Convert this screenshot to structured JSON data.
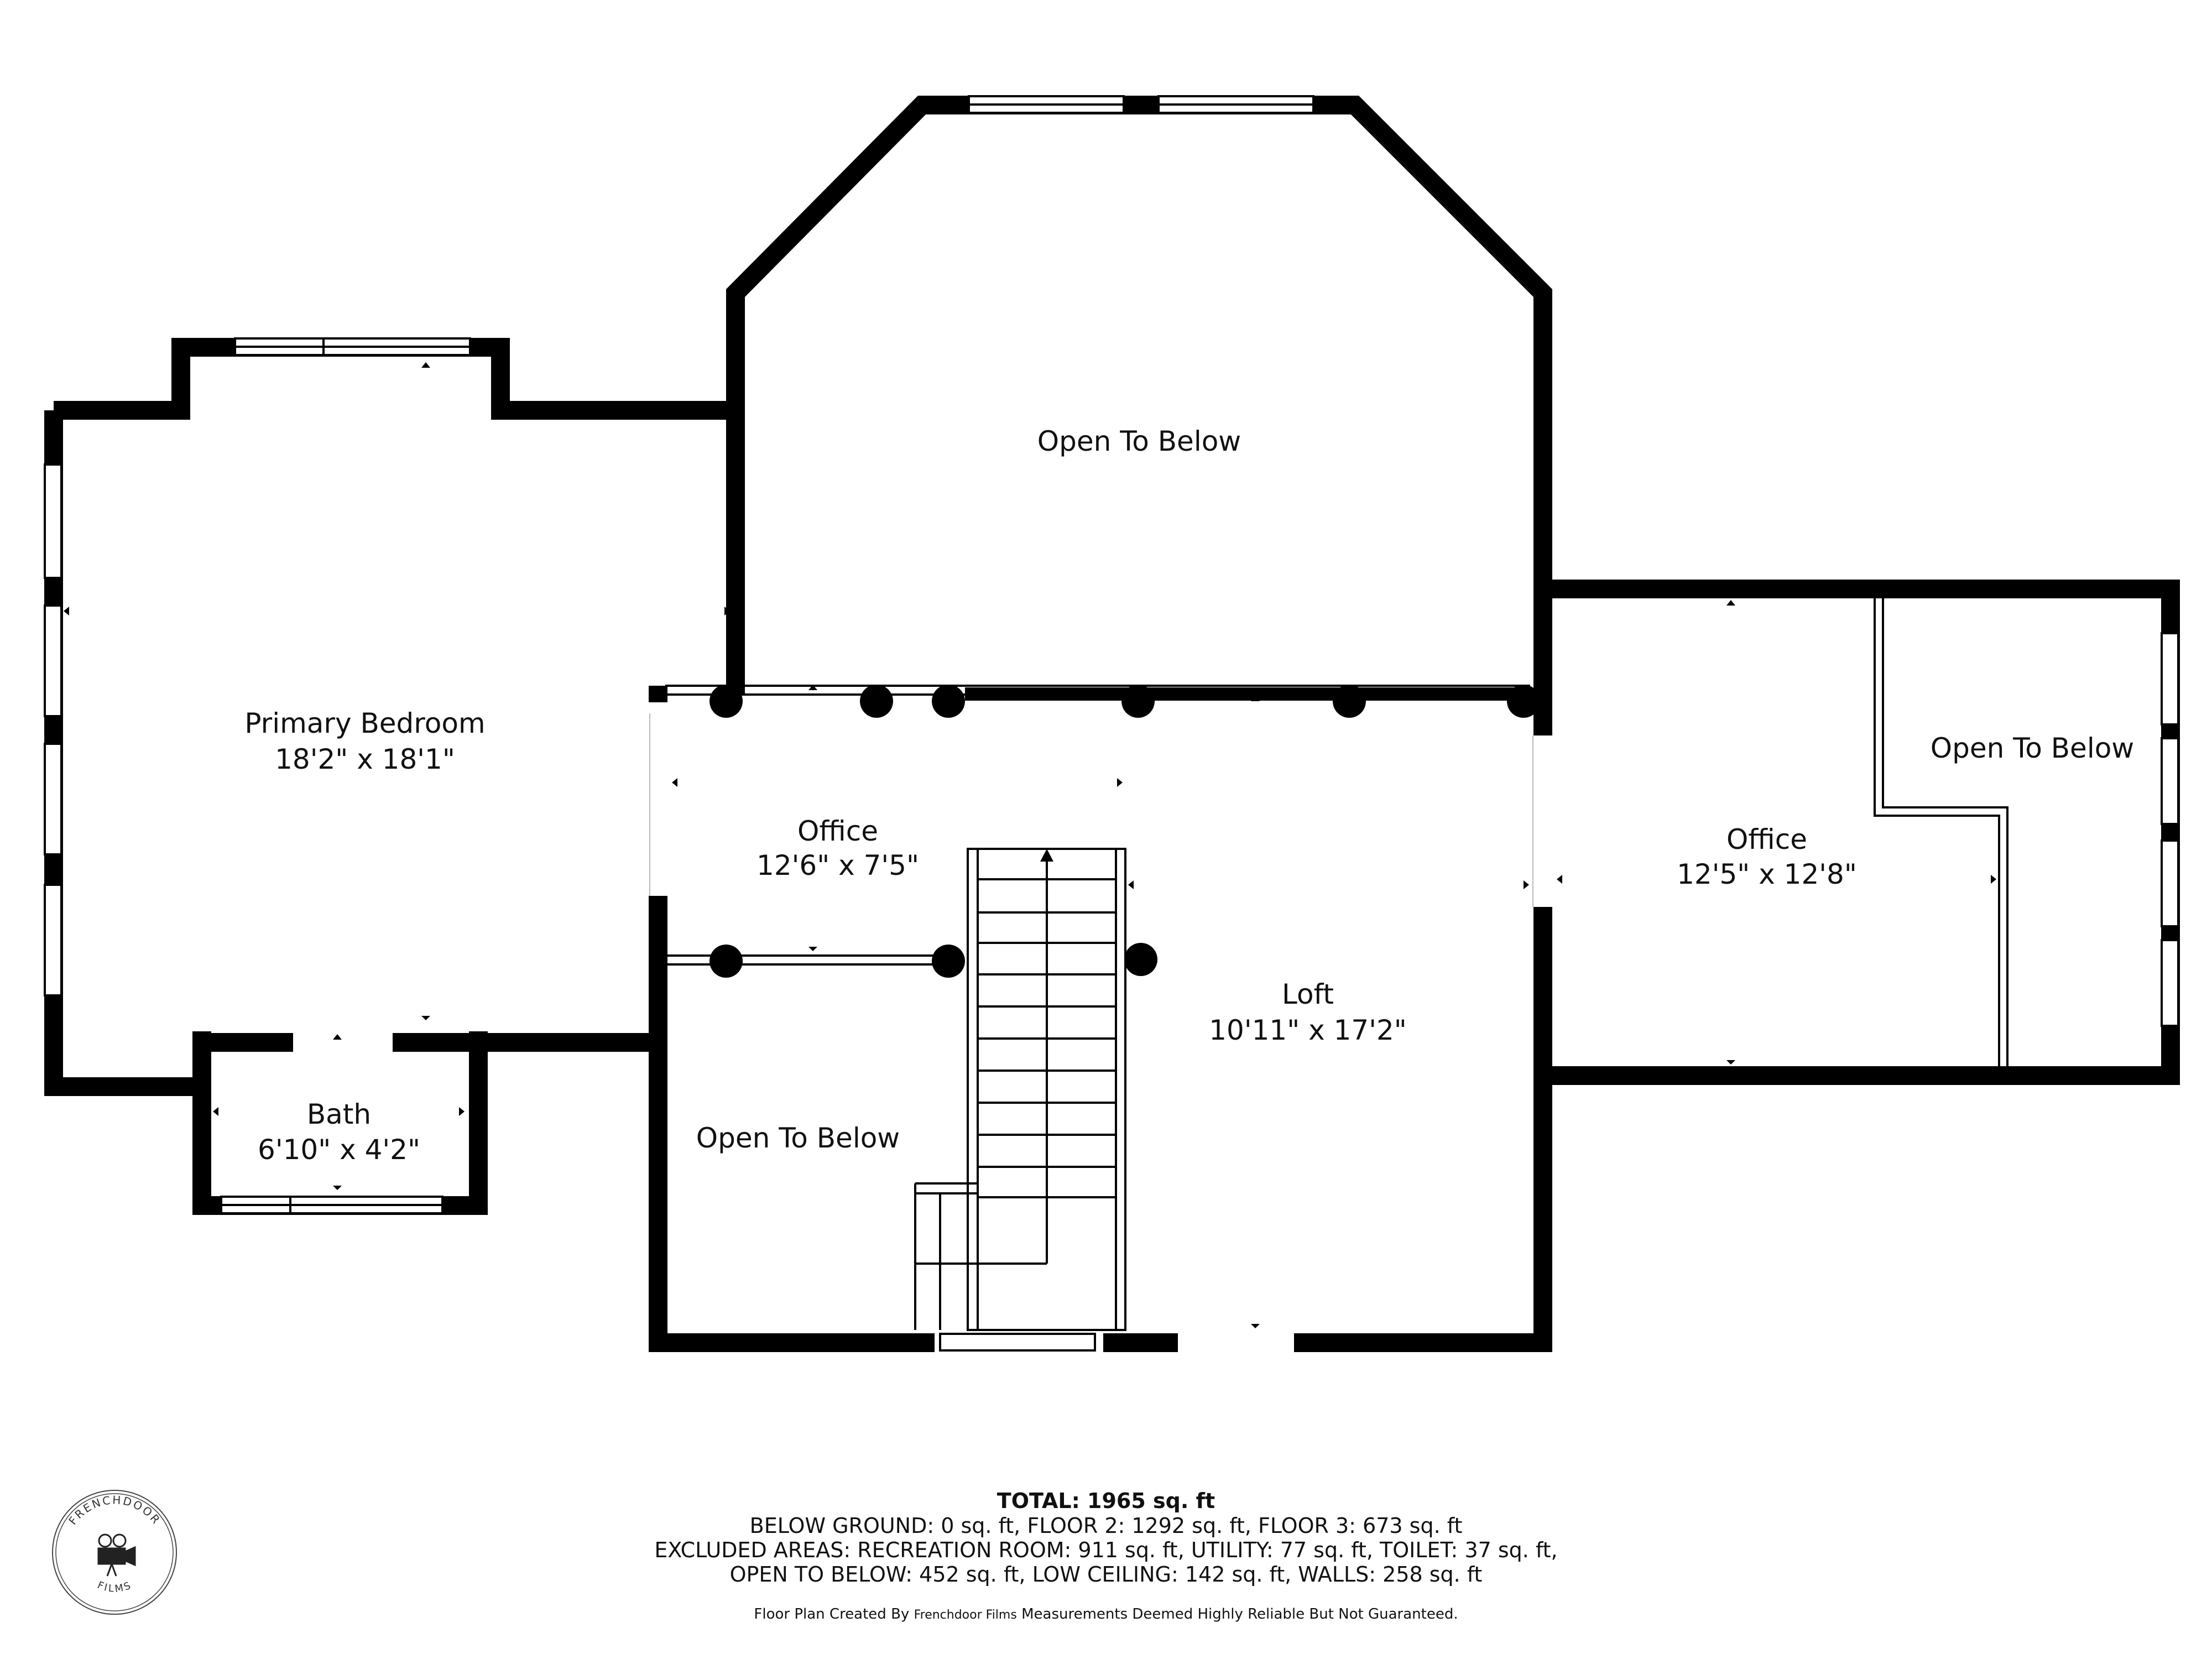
{
  "rooms": {
    "primary_bedroom": {
      "name": "Primary Bedroom",
      "dims": "18'2\" x 18'1\""
    },
    "bath": {
      "name": "Bath",
      "dims": "6'10\" x 4'2\""
    },
    "office_left": {
      "name": "Office",
      "dims": "12'6\" x 7'5\""
    },
    "loft": {
      "name": "Loft",
      "dims": "10'11\" x 17'2\""
    },
    "office_right": {
      "name": "Office",
      "dims": "12'5\" x 12'8\""
    },
    "open_top": {
      "name": "Open To Below"
    },
    "open_right": {
      "name": "Open To Below"
    },
    "open_left": {
      "name": "Open To Below"
    }
  },
  "summary": {
    "total_label": "TOTAL: 1965 sq. ft",
    "line1": "BELOW GROUND: 0 sq. ft, FLOOR 2: 1292 sq. ft, FLOOR 3: 673 sq. ft",
    "line2": "EXCLUDED AREAS: RECREATION ROOM: 911 sq. ft, UTILITY: 77 sq. ft, TOILET: 37 sq. ft,",
    "line3": "OPEN TO BELOW: 452 sq. ft, LOW CEILING: 142 sq. ft, WALLS: 258 sq. ft"
  },
  "credit": {
    "prefix": "Floor Plan Created By ",
    "brand": "Frenchdoor Films",
    "suffix": " Measurements Deemed Highly Reliable But Not Guaranteed."
  },
  "logo": {
    "top_text": "FRENCHDOOR",
    "bottom_text": "FILMS",
    "icon": "movie-camera-icon"
  },
  "colors": {
    "wall": "#000000",
    "background": "#ffffff"
  }
}
